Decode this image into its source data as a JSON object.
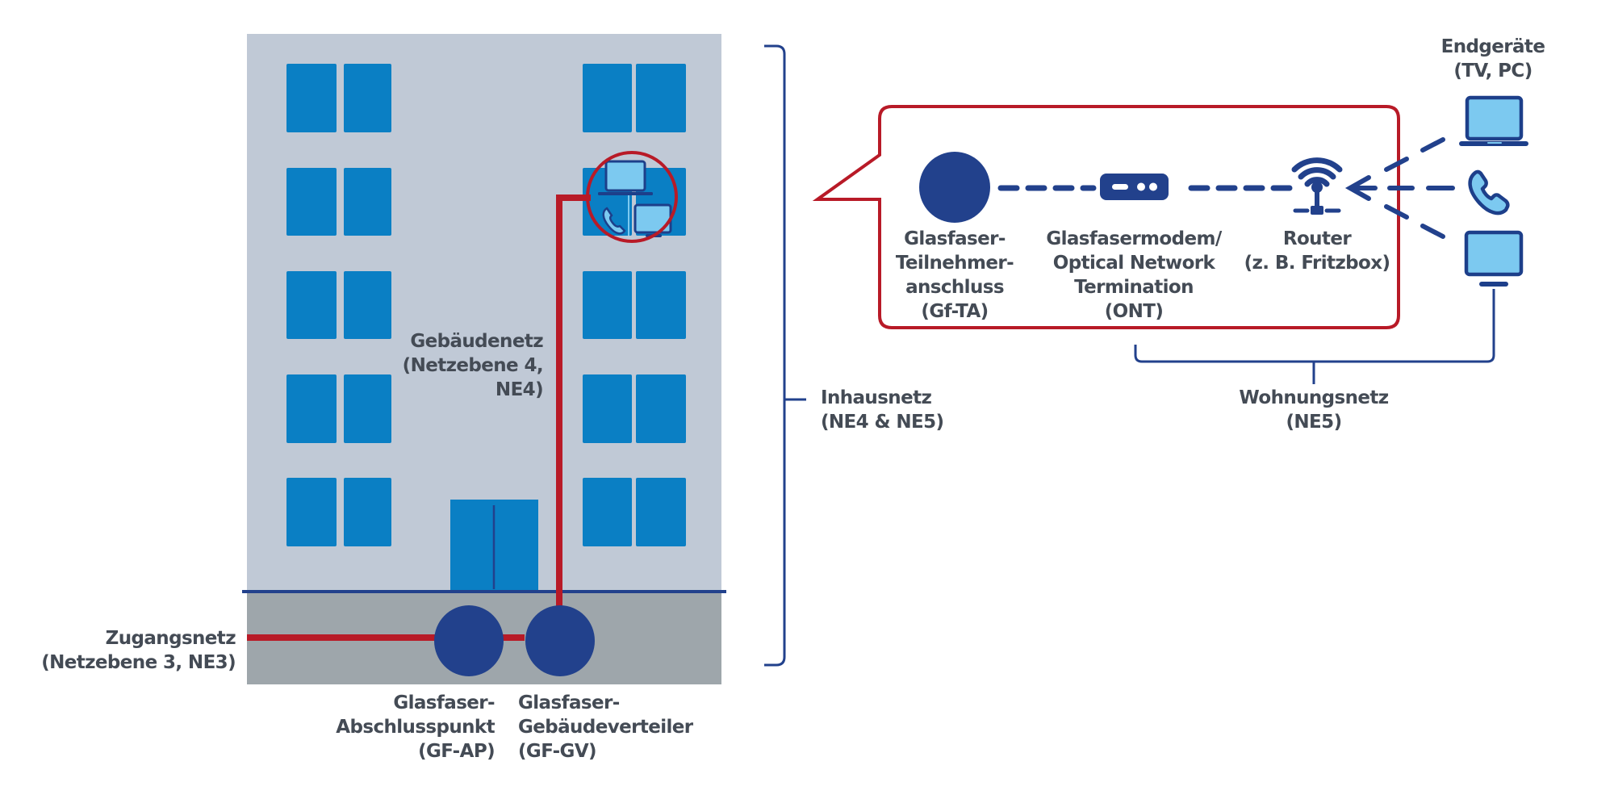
{
  "colors": {
    "building_wall": "#c0c9d6",
    "window": "#0a7fc4",
    "ground": "#9ea6ab",
    "ground_line": "#22418c",
    "fiber_red": "#b81a27",
    "node_blue": "#22418c",
    "device_fill": "#7cc9f0",
    "device_stroke": "#1d3f8a",
    "text": "#444b55"
  },
  "building": {
    "label_gebaeudenetz": [
      "Gebäudenetz",
      "(Netzebene 4,",
      "NE4)"
    ],
    "label_zugangsnetz": [
      "Zugangsnetz",
      "(Netzebene 3, NE3)"
    ],
    "node_gf_ap": {
      "lines": [
        "Glasfaser-",
        "Abschlusspunkt",
        "(GF-AP)"
      ]
    },
    "node_gf_gv": {
      "lines": [
        "Glasfaser-",
        "Gebäudeverteiler",
        "(GF-GV)"
      ]
    }
  },
  "inhausnetz": {
    "lines": [
      "Inhausnetz",
      "(NE4 & NE5)"
    ]
  },
  "callout": {
    "nodes": [
      {
        "id": "gf-ta",
        "icon": "fiber-outlet-circle",
        "lines": [
          "Glasfaser-",
          "Teilnehmer-",
          "anschluss",
          "(Gf-TA)"
        ]
      },
      {
        "id": "ont",
        "icon": "modem-icon",
        "lines": [
          "Glasfasermodem/",
          "Optical Network",
          "Termination",
          "(ONT)"
        ]
      },
      {
        "id": "router",
        "icon": "wifi-router-icon",
        "lines": [
          "Router",
          "(z. B. Fritzbox)"
        ]
      }
    ]
  },
  "endgeraete": {
    "lines": [
      "Endgeräte",
      "(TV, PC)"
    ],
    "devices": [
      "laptop-icon",
      "phone-icon",
      "monitor-icon"
    ]
  },
  "wohnungsnetz": {
    "lines": [
      "Wohnungsnetz",
      "(NE5)"
    ]
  }
}
